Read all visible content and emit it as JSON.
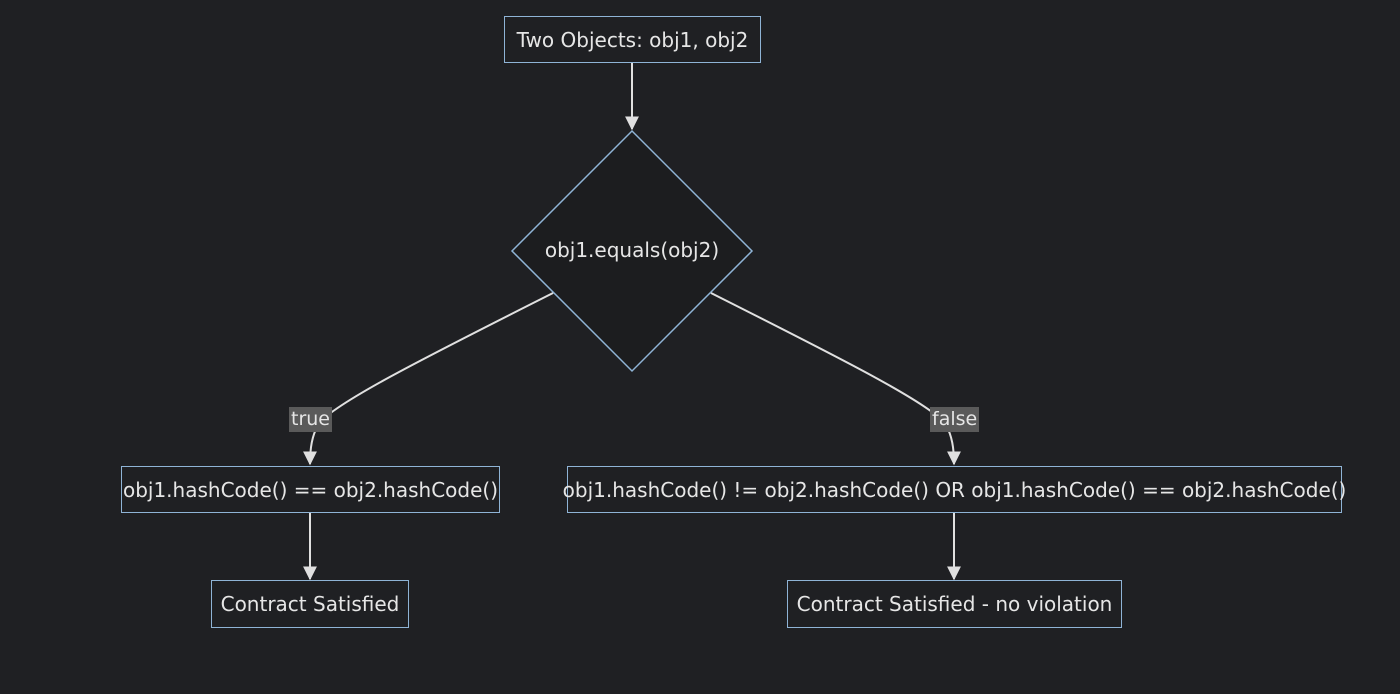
{
  "nodes": {
    "start": "Two Objects: obj1, obj2",
    "decision": "obj1.equals(obj2)",
    "true_check": "obj1.hashCode() == obj2.hashCode()",
    "false_check": "obj1.hashCode() != obj2.hashCode() OR obj1.hashCode() == obj2.hashCode()",
    "true_result": "Contract Satisfied",
    "false_result": "Contract Satisfied - no violation"
  },
  "edges": {
    "true_label": "true",
    "false_label": "false"
  },
  "colors": {
    "background": "#1f2023",
    "node_border": "#8fb4d6",
    "text": "#e6e6e6",
    "edge": "#e0e0e0",
    "edge_label_bg": "#5a5a5a"
  }
}
